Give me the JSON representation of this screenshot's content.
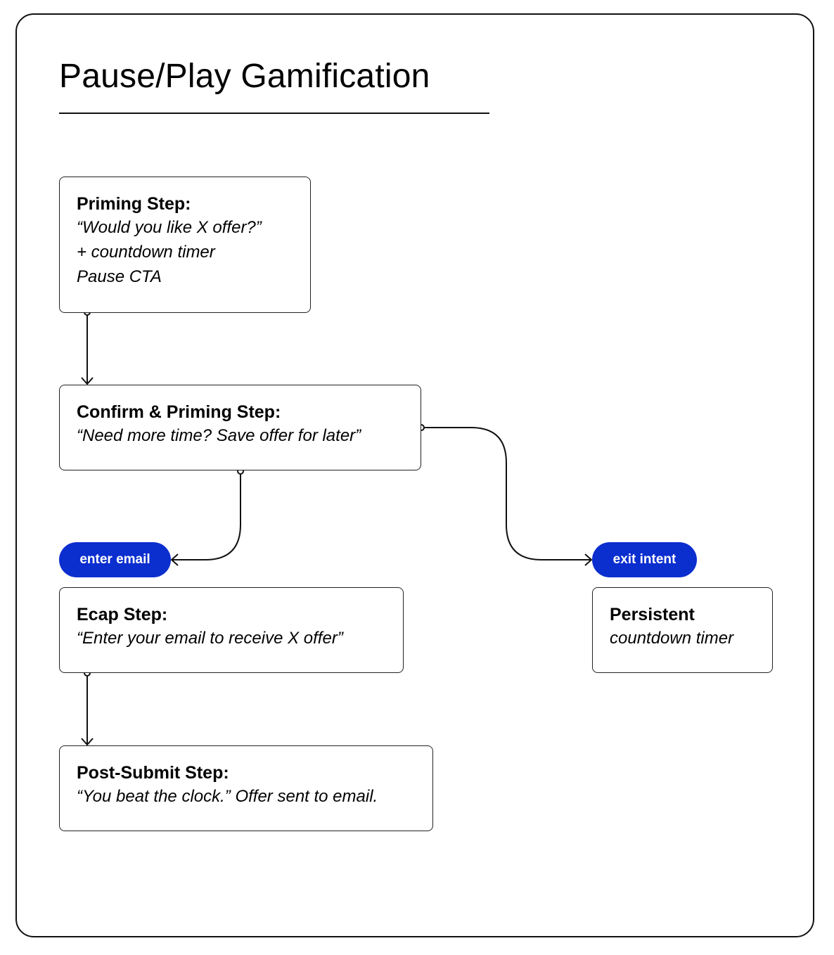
{
  "title": "Pause/Play Gamification",
  "nodes": {
    "priming": {
      "title": "Priming Step:",
      "lines": [
        "“Would you like X offer?”",
        "+ countdown timer",
        "Pause CTA"
      ]
    },
    "confirm": {
      "title": "Confirm & Priming Step:",
      "lines": [
        "“Need more time? Save offer for later”"
      ]
    },
    "ecap": {
      "title": "Ecap Step:",
      "lines": [
        "“Enter your email to receive X offer”"
      ]
    },
    "post_submit": {
      "title": "Post-Submit Step:",
      "lines": [
        "“You beat the clock.” Offer sent to email."
      ]
    },
    "persistent": {
      "title": "Persistent",
      "lines": [
        "countdown timer"
      ]
    }
  },
  "pills": {
    "enter_email": "enter email",
    "exit_intent": "exit intent"
  },
  "edges": [
    {
      "from": "priming",
      "to": "confirm",
      "label": ""
    },
    {
      "from": "confirm",
      "to": "ecap",
      "label": "enter email"
    },
    {
      "from": "confirm",
      "to": "persistent",
      "label": "exit intent"
    },
    {
      "from": "ecap",
      "to": "post_submit",
      "label": ""
    }
  ],
  "colors": {
    "pill": "#0b2ecf",
    "stroke": "#111111"
  }
}
